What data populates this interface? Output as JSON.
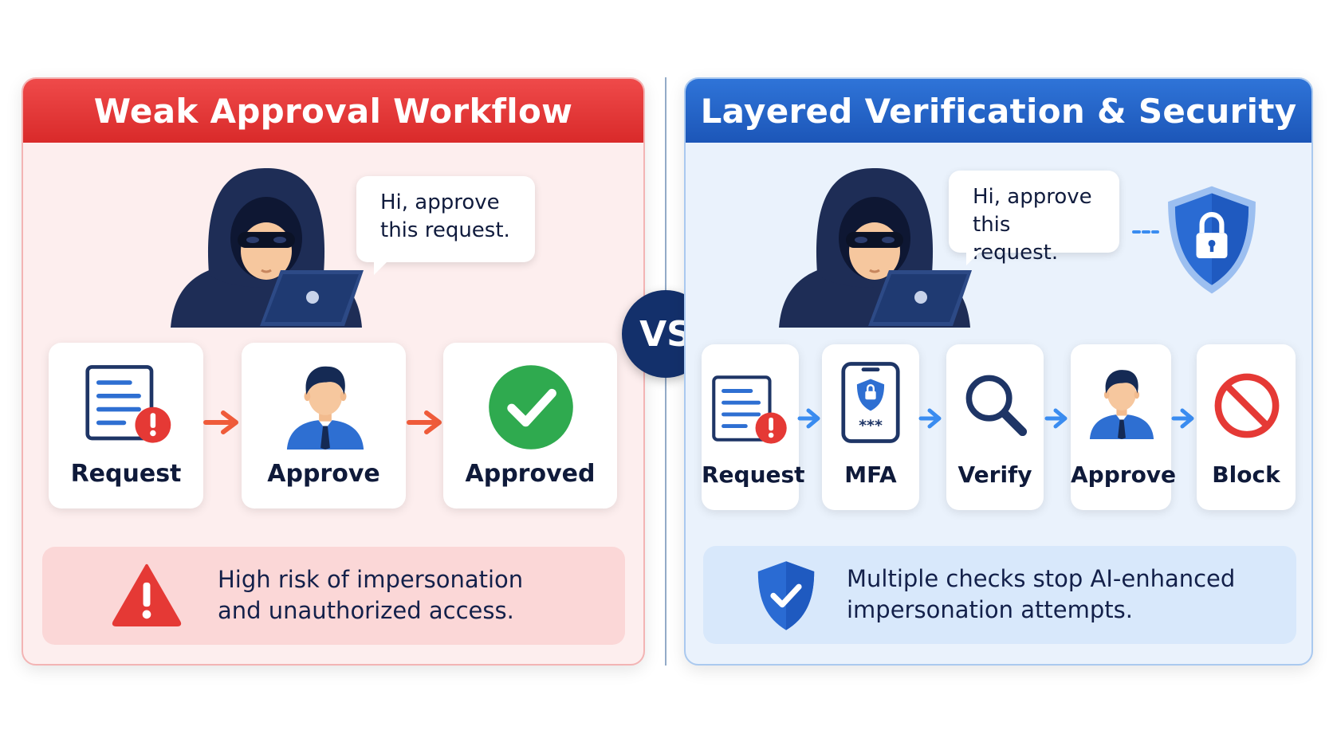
{
  "left_panel": {
    "title": "Weak Approval Workflow",
    "speech": [
      "Hi, approve",
      "this request."
    ],
    "steps": [
      "Request",
      "Approve",
      "Approved"
    ],
    "warning": [
      "High risk of impersonation",
      "and unauthorized access."
    ],
    "colors": {
      "header": "#e33636",
      "background": "#fdeeee",
      "arrow": "#ef5b3a"
    }
  },
  "vs_label": "VS",
  "right_panel": {
    "title": "Layered Verification & Security",
    "speech": [
      "Hi, approve",
      "this request."
    ],
    "steps": [
      "Request",
      "MFA",
      "Verify",
      "Approve",
      "Block"
    ],
    "note": [
      "Multiple checks stop AI-enhanced",
      "impersonation attempts."
    ],
    "colors": {
      "header": "#2566c8",
      "background": "#eaf2fc",
      "arrow": "#3a8cf0"
    }
  },
  "icons": {
    "hacker": "hooded-hacker-with-laptop-icon",
    "request": "document-with-alert-icon",
    "approve": "person-approver-icon",
    "approved": "green-check-circle-icon",
    "mfa": "phone-shield-password-icon",
    "verify": "magnifier-icon",
    "block": "prohibited-sign-icon",
    "shield_lock": "shield-lock-icon",
    "warning": "warning-triangle-icon",
    "shield_check": "shield-check-icon"
  }
}
